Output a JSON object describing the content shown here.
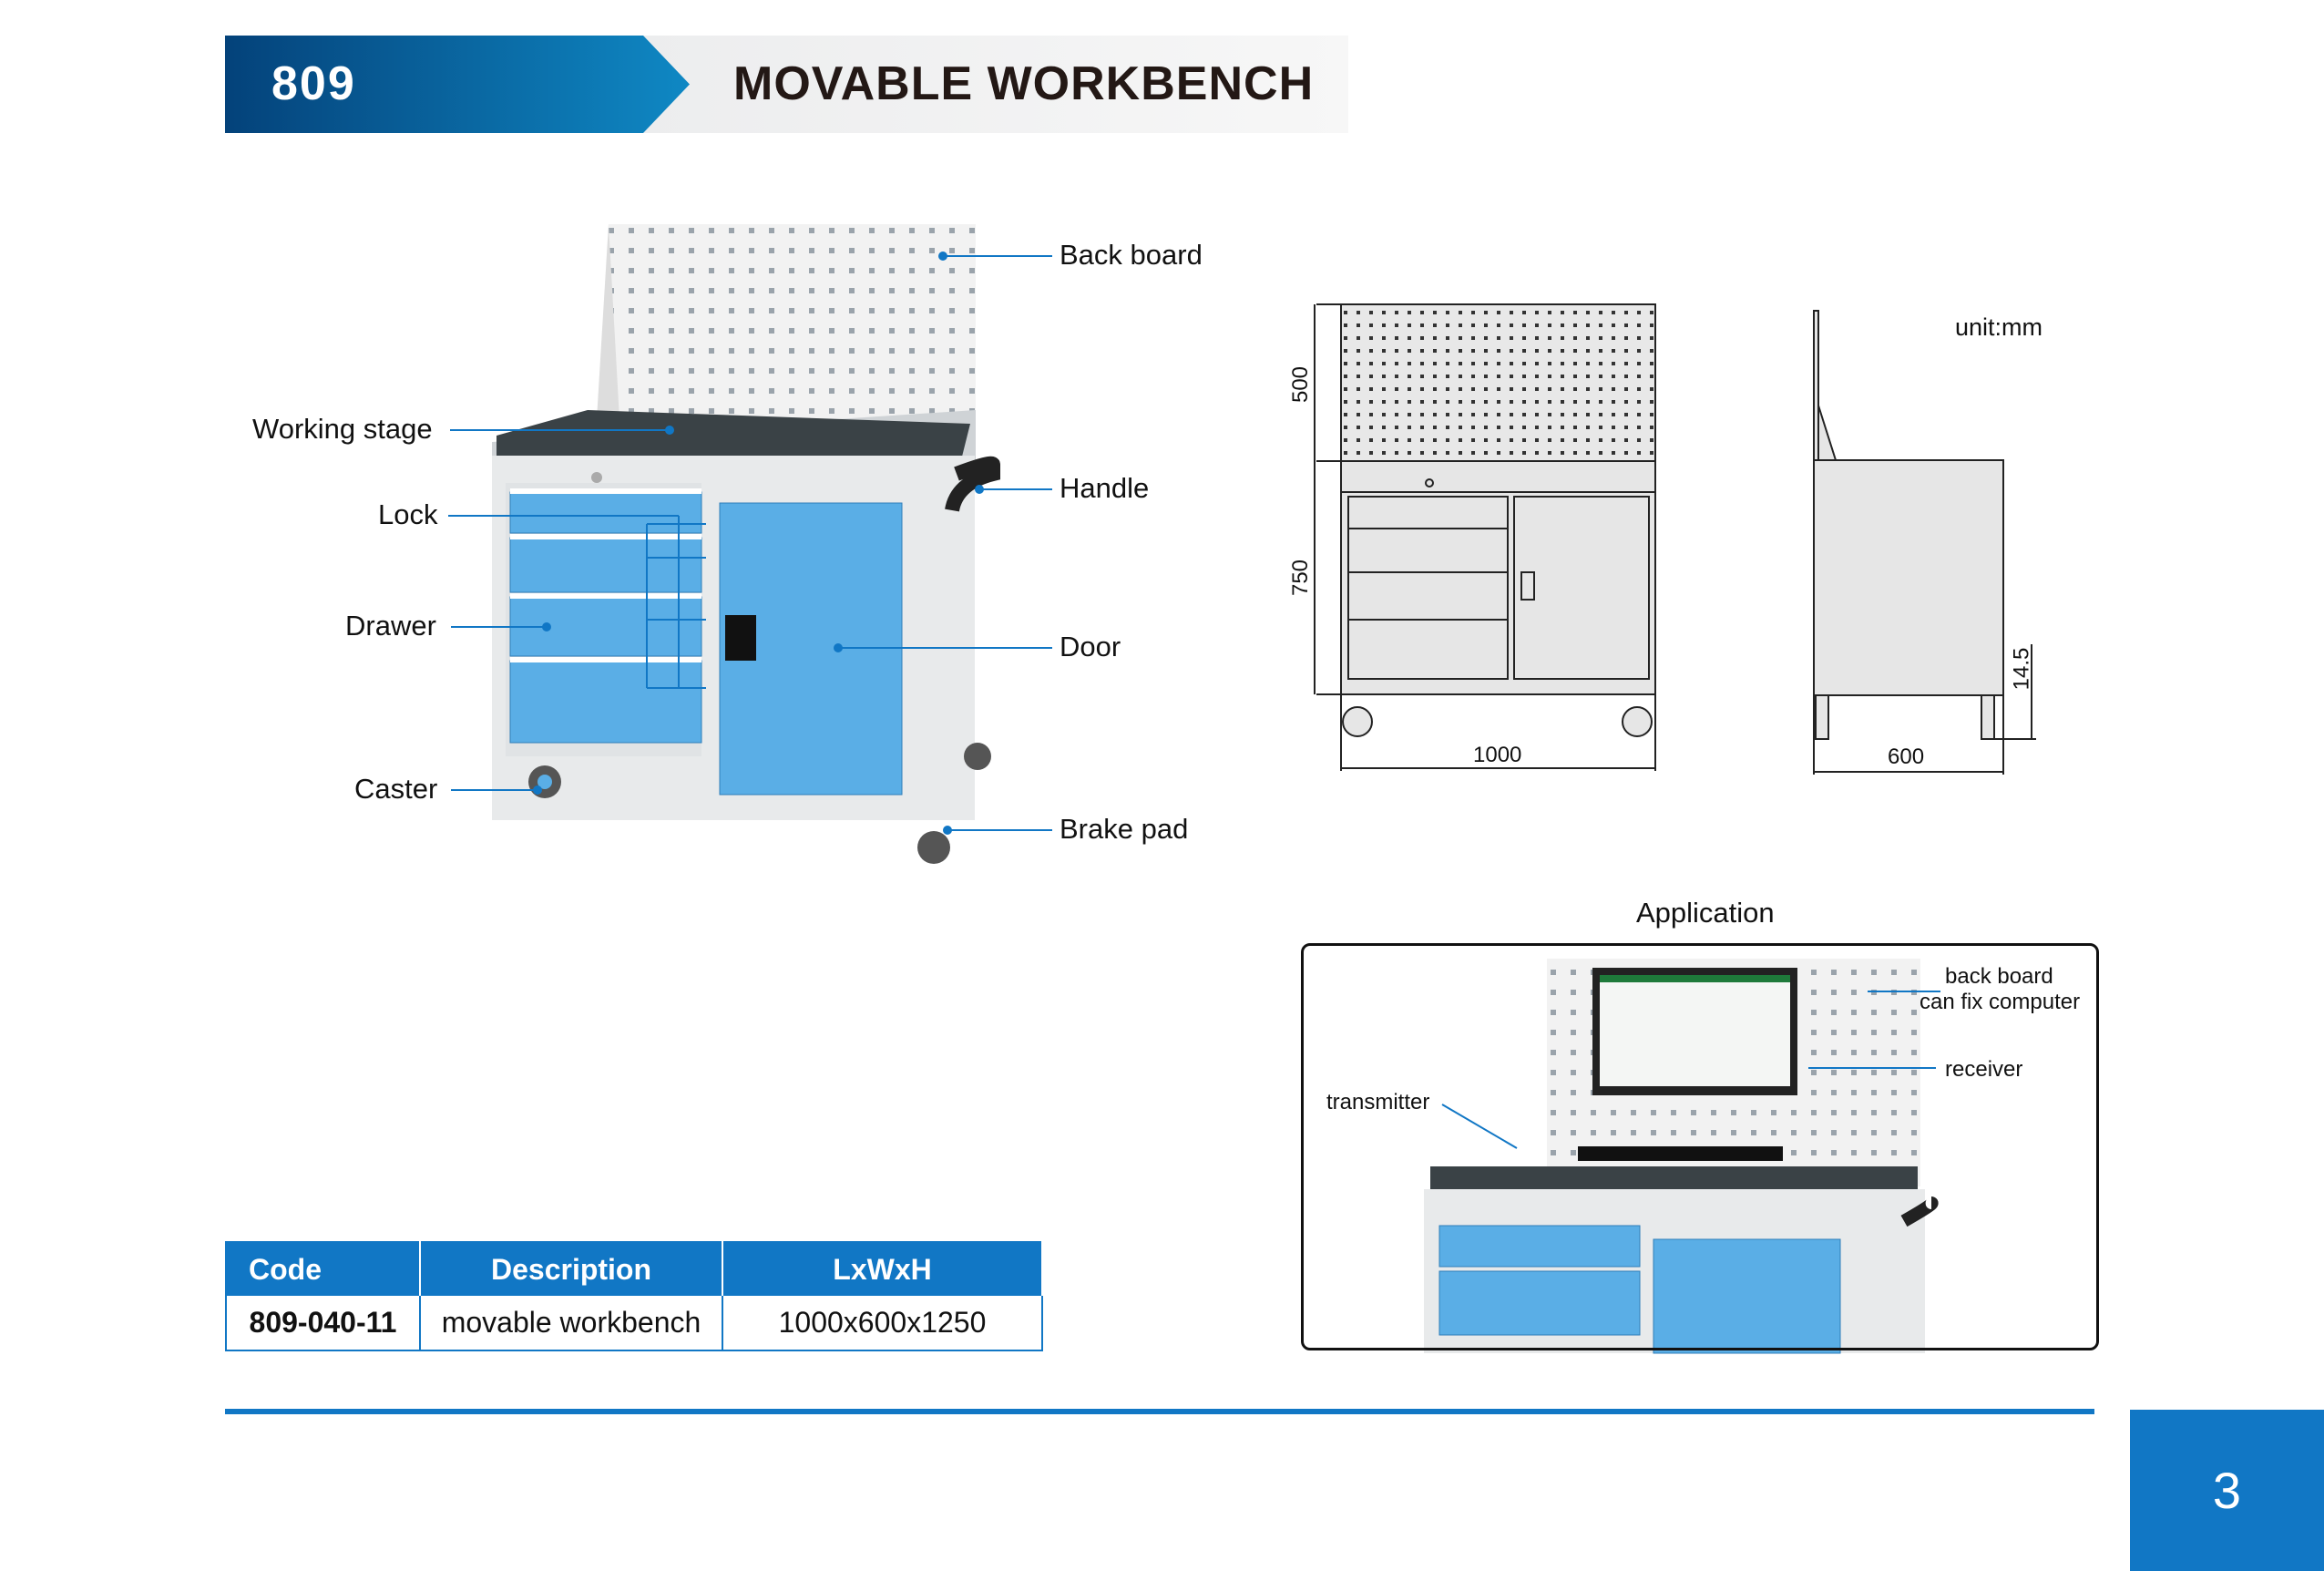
{
  "header": {
    "number": "809",
    "title": "MOVABLE WORKBENCH"
  },
  "callouts": {
    "back_board": "Back board",
    "working_stage": "Working stage",
    "lock": "Lock",
    "handle": "Handle",
    "drawer": "Drawer",
    "door": "Door",
    "caster": "Caster",
    "brake_pad": "Brake pad"
  },
  "drawing": {
    "unit": "unit:mm",
    "dim_board": "500",
    "dim_body": "750",
    "dim_width": "1000",
    "dim_depth": "600",
    "dim_caster": "14.5"
  },
  "application": {
    "title": "Application",
    "back_board_line1": "back board",
    "back_board_line2": "can fix computer",
    "receiver": "receiver",
    "transmitter": "transmitter"
  },
  "table": {
    "headers": [
      "Code",
      "Description",
      "LxWxH"
    ],
    "rows": [
      [
        "809-040-11",
        "movable workbench",
        "1000x600x1250"
      ]
    ]
  },
  "page_number": "3",
  "colors": {
    "brand_blue": "#1177c5",
    "drawer_blue": "#5aaee6"
  }
}
